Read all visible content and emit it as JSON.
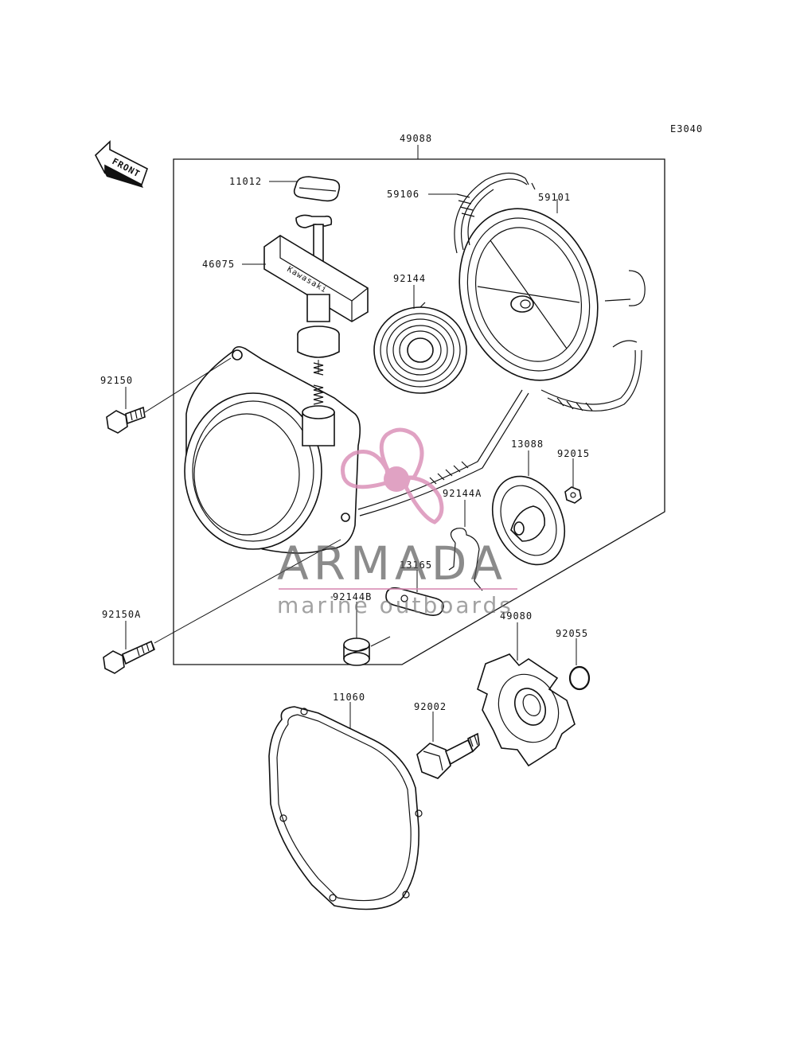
{
  "diagram_code": "E3040",
  "front_label": "FRONT",
  "brand_on_handle": "Kawasaki",
  "parts": {
    "p49088": "49088",
    "p11012": "11012",
    "p59101": "59101",
    "p59106": "59106",
    "p46075": "46075",
    "p92144": "92144",
    "p92150": "92150",
    "p13088": "13088",
    "p92015": "92015",
    "p92144A": "92144A",
    "p13165": "13165",
    "p92144B": "92144B",
    "p49080": "49080",
    "p92150A": "92150A",
    "p92055": "92055",
    "p11060": "11060",
    "p92002": "92002"
  },
  "watermark": {
    "name": "ARMADA",
    "tagline": "marine outboards",
    "color": "#d98bb5"
  }
}
